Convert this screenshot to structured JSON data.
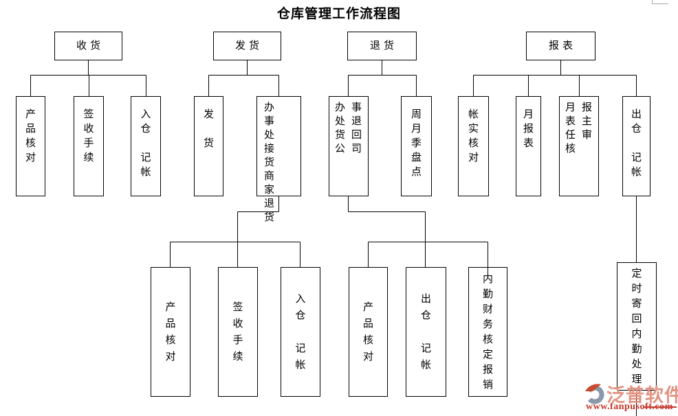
{
  "title": "仓库管理工作流程图",
  "nodes": {
    "receiving": "收货",
    "shipping": "发货",
    "returns": "退货",
    "reports": "报表",
    "product_check_1": "产\n品\n核\n对",
    "sign_procedure_1": "签\n收\n手\n续",
    "warehouse_in_book_1": "入\n仓\n\n记\n帐",
    "ship_goods": "发\n\n货",
    "office_receive_merchant_returns": "办事\n处接\n货商\n家退\n货",
    "office_return_to_company": "办事\n处退\n货回\n公司",
    "week_month_quarter_stocktake": "周\n月\n季\n盘\n点",
    "account_physical_check": "帐\n实\n核\n对",
    "monthly_report": "月\n报\n表",
    "monthly_report_director_review": "月报\n表主\n任审\n核",
    "warehouse_out_book_reports": "出\n仓\n\n记\n帐",
    "product_check_2": "产\n品\n核\n对",
    "sign_procedure_2": "签\n收\n手\n续",
    "warehouse_in_book_2": "入\n仓\n\n记\n帐",
    "product_check_3": "产\n品\n核\n对",
    "warehouse_out_book_returns": "出\n仓\n\n记\n帐",
    "internal_finance_expense_approval": "内\n勤\n财\n务\n核\n定\n报\n销",
    "scheduled_send_back_internal": "定\n时\n寄\n回\n内\n勤\n处\n理"
  },
  "watermark": {
    "brand": "泛普软件",
    "url": "www.fanpusoft.com"
  },
  "colors": {
    "line": "#000000",
    "brand_text": "#e09483",
    "brand_icon_gray": "#8b98ab",
    "brand_icon_red": "#c64a32",
    "url_red": "#c23527",
    "corner_fragment_gray": "#a8a8a8"
  }
}
